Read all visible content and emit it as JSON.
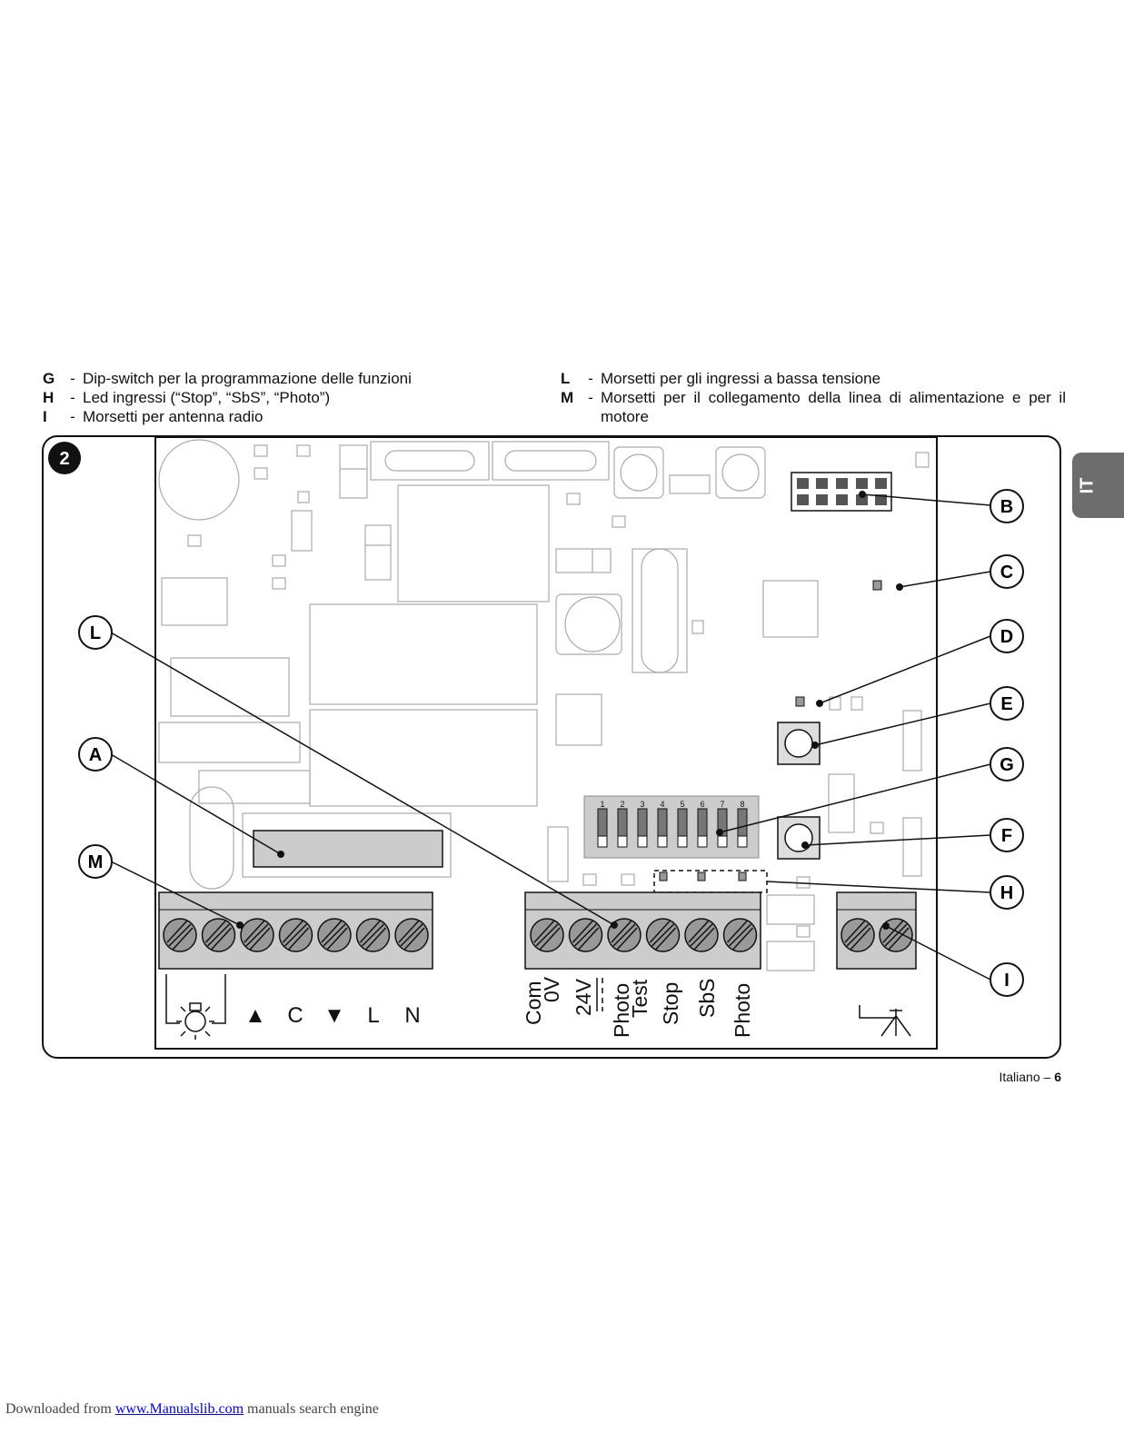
{
  "legend_left": [
    {
      "key": "G",
      "dash": "-",
      "text": "Dip-switch per la programmazione delle funzioni"
    },
    {
      "key": "H",
      "dash": "-",
      "text": "Led ingressi (“Stop”, “SbS”, “Photo”)"
    },
    {
      "key": "I",
      "dash": "-",
      "text": "Morsetti per antenna radio"
    }
  ],
  "legend_right": [
    {
      "key": "L",
      "dash": "-",
      "text": "Morsetti per gli ingressi a bassa tensione"
    },
    {
      "key": "M",
      "dash": "-",
      "text": "Morsetti per il collegamento della linea di alimentazione e per il motore"
    }
  ],
  "language_tab": "IT",
  "figure": {
    "number": "2",
    "callouts": [
      "B",
      "C",
      "D",
      "E",
      "G",
      "F",
      "H",
      "I",
      "L",
      "A",
      "M"
    ],
    "dip_numbers": [
      "1",
      "2",
      "3",
      "4",
      "5",
      "6",
      "7",
      "8"
    ],
    "power_terminal_labels": [
      "▲",
      "C",
      "▼",
      "L",
      "N"
    ],
    "low_voltage_labels": {
      "com": "Com",
      "zero_v": "0V",
      "v24": "24V",
      "photo1": "Photo",
      "test": "Test",
      "stop": "Stop",
      "sbs": "SbS",
      "photo2": "Photo"
    }
  },
  "page": {
    "label": "Italiano –",
    "number": "6"
  },
  "footer": {
    "prefix": "Downloaded from ",
    "link": "www.Manualslib.com",
    "suffix": " manuals search engine"
  }
}
